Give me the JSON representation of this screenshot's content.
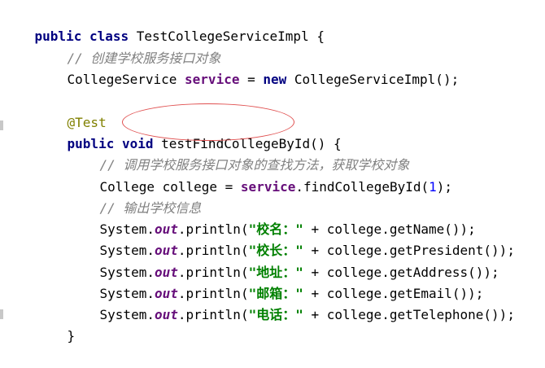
{
  "lines": {
    "l1": {
      "kw1": "public",
      "kw2": "class",
      "rest": " TestCollegeServiceImpl {"
    },
    "l2": {
      "comment": "// 创建学校服务接口对象"
    },
    "l3": {
      "type": "CollegeService ",
      "field": "service",
      "mid": " = ",
      "kw": "new",
      "rest": " CollegeServiceImpl();"
    },
    "l5": {
      "anno": "@Test"
    },
    "l6": {
      "kw1": "public",
      "kw2": "void",
      "method": " testFindCollegeById() {"
    },
    "l7": {
      "comment": "// 调用学校服务接口对象的查找方法，获取学校对象"
    },
    "l8": {
      "pre": "College college = ",
      "field": "service",
      "mid": ".findCollegeById(",
      "num": "1",
      "post": ");"
    },
    "l9": {
      "comment": "// 输出学校信息"
    },
    "print_lines": [
      {
        "sys": "System.",
        "out": "out",
        "println": ".println(",
        "str": "\"校名：\"",
        "rest": " + college.getName());"
      },
      {
        "sys": "System.",
        "out": "out",
        "println": ".println(",
        "str": "\"校长：\"",
        "rest": " + college.getPresident());"
      },
      {
        "sys": "System.",
        "out": "out",
        "println": ".println(",
        "str": "\"地址：\"",
        "rest": " + college.getAddress());"
      },
      {
        "sys": "System.",
        "out": "out",
        "println": ".println(",
        "str": "\"邮箱：\"",
        "rest": " + college.getEmail());"
      },
      {
        "sys": "System.",
        "out": "out",
        "println": ".println(",
        "str": "\"电话：\"",
        "rest": " + college.getTelephone());"
      }
    ],
    "l15": {
      "brace": "}"
    }
  }
}
